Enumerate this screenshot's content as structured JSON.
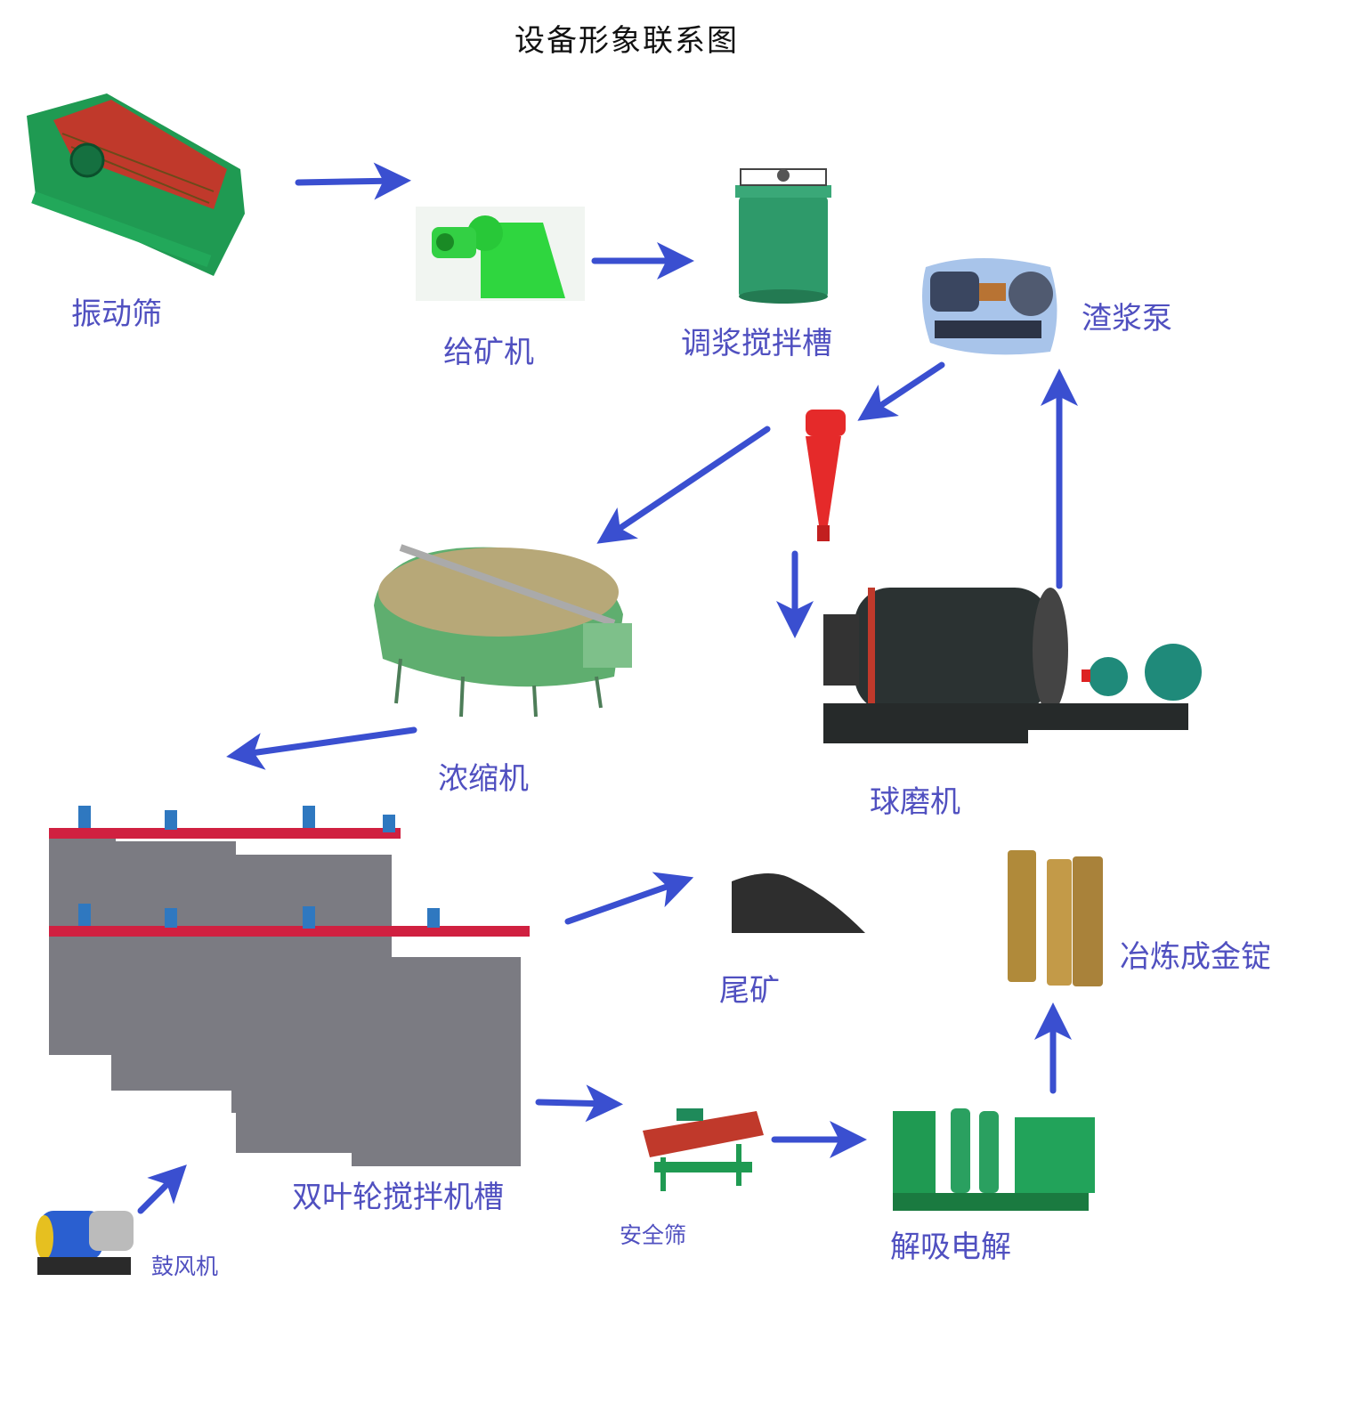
{
  "title": "设备形象联系图",
  "labels": {
    "vibrating_screen": "振动筛",
    "feeder": "给矿机",
    "mixing_tank": "调浆搅拌槽",
    "slurry_pump": "渣浆泵",
    "thickener": "浓缩机",
    "ball_mill": "球磨机",
    "agitation_tanks": "双叶轮搅拌机槽",
    "blower": "鼓风机",
    "tailings": "尾矿",
    "gold_ingot": "冶炼成金锭",
    "safety_screen": "安全筛",
    "electrolysis": "解吸电解"
  },
  "colors": {
    "arrow": "#3a4fd0",
    "label": "#5050c0"
  }
}
